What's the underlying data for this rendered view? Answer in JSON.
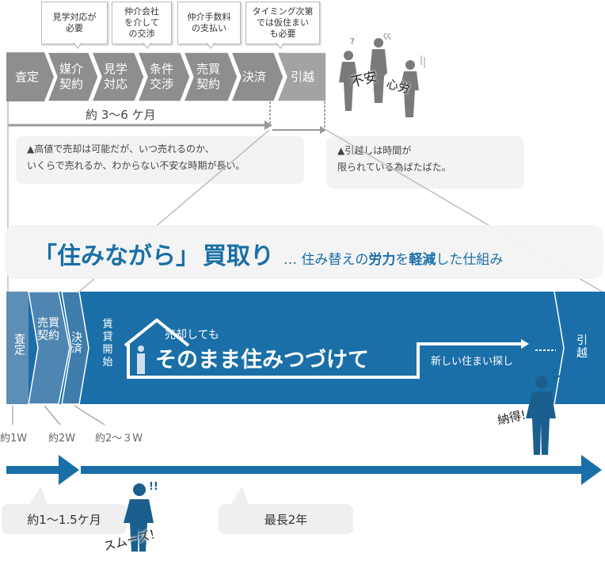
{
  "notes": [
    {
      "text": "見学対応が\n必要"
    },
    {
      "text": "仲介会社\nを介して\nの交渉"
    },
    {
      "text": "仲介手数料\nの支払い"
    },
    {
      "text": "タイミング次第\nでは仮住まい\nも必要"
    }
  ],
  "top_flow": {
    "steps": [
      "査定",
      "媒介\n契約",
      "見学\n対応",
      "条件\n交渉",
      "売買\n契約",
      "決済",
      "引越"
    ],
    "duration": "約 3〜6 ケ月"
  },
  "worry": {
    "label_1": "不安",
    "label_2": "心労"
  },
  "bubbles": {
    "left": "▲高値で売却は可能だが、いつ売れるのか、\nいくらで売れるか、わからない不安な時期が長い。",
    "right": "▲引越しは時間が\n限られている為ばたばた。"
  },
  "headline": {
    "quote_open": "「",
    "brand": "住みながら",
    "quote_close": "」",
    "kaitori": "買取り",
    "sub_pre": "… 住み替えの",
    "sub_em1": "労力",
    "sub_mid": "を",
    "sub_em2": "軽減",
    "sub_post": "した仕組み"
  },
  "bottom_flow": {
    "steps": [
      "査定",
      "売買\n契約",
      "決済",
      "賃\n貸\n開\n始"
    ],
    "house_small": "売却しても",
    "house_big": "そのまま住みつづけて",
    "search": "新しい住まい探し",
    "end": "引\n越"
  },
  "timeline_labels": [
    "約1W",
    "約2W",
    "約2～３W"
  ],
  "satisfied": "納得!",
  "smooth": "スムーズ！",
  "periods": {
    "short": "約1～1.5ケ月",
    "long": "最長2年"
  },
  "colors": {
    "blue": "#1a6fa8",
    "gray": "#8a8a8a",
    "arrow": "#1a6fa8"
  }
}
